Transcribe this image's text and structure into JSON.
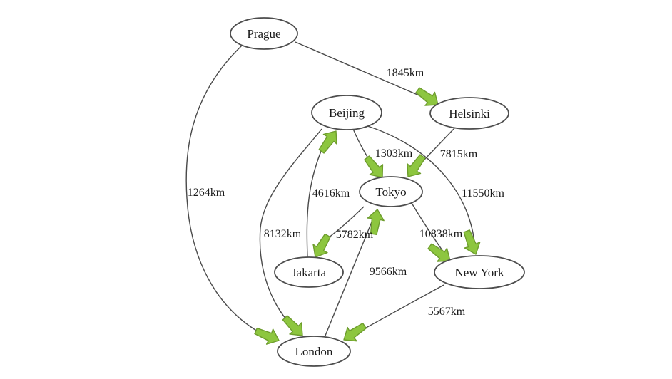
{
  "graph": {
    "type": "directed-graph",
    "unit": "km",
    "nodes": [
      {
        "id": "prague",
        "label": "Prague"
      },
      {
        "id": "beijing",
        "label": "Beijing"
      },
      {
        "id": "helsinki",
        "label": "Helsinki"
      },
      {
        "id": "tokyo",
        "label": "Tokyo"
      },
      {
        "id": "jakarta",
        "label": "Jakarta"
      },
      {
        "id": "newyork",
        "label": "New York"
      },
      {
        "id": "london",
        "label": "London"
      }
    ],
    "edges": [
      {
        "from": "Prague",
        "to": "Helsinki",
        "distance_km": 1845,
        "label": "1845km"
      },
      {
        "from": "Prague",
        "to": "London",
        "distance_km": 1264,
        "label": "1264km"
      },
      {
        "from": "Beijing",
        "to": "Tokyo",
        "distance_km": 1303,
        "label": "1303km"
      },
      {
        "from": "Helsinki",
        "to": "Tokyo",
        "distance_km": 7815,
        "label": "7815km"
      },
      {
        "from": "Beijing",
        "to": "New York",
        "distance_km": 11550,
        "label": "11550km"
      },
      {
        "from": "Tokyo",
        "to": "New York",
        "distance_km": 10838,
        "label": "10838km"
      },
      {
        "from": "New York",
        "to": "London",
        "distance_km": 5567,
        "label": "5567km"
      },
      {
        "from": "London",
        "to": "Tokyo",
        "distance_km": 9566,
        "label": "9566km"
      },
      {
        "from": "Beijing",
        "to": "London",
        "distance_km": 8132,
        "label": "8132km"
      },
      {
        "from": "Jakarta",
        "to": "Beijing",
        "distance_km": 4616,
        "label": "4616km"
      },
      {
        "from": "Tokyo",
        "to": "Jakarta",
        "distance_km": 5782,
        "label": "5782km"
      }
    ],
    "colors": {
      "background": "#ffffff",
      "line": "#4a4a4a",
      "node_fill": "#ffffff",
      "node_stroke": "#4d4d4d",
      "text": "#1a1a1a",
      "arrow_fill": "#8dc63f",
      "arrow_stroke": "#6d9c2d"
    }
  }
}
